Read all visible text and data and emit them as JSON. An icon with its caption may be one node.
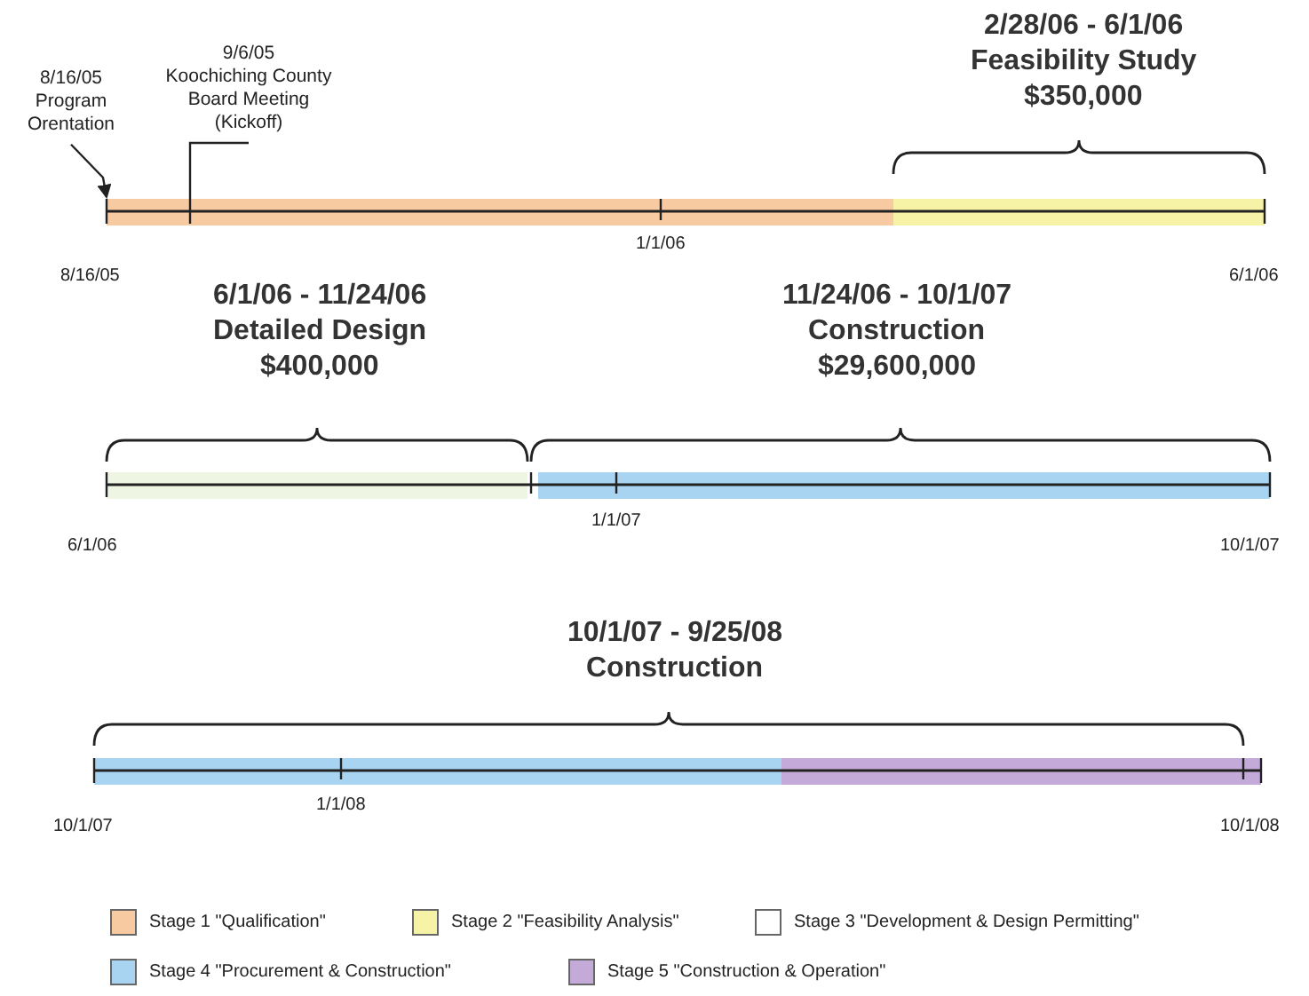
{
  "diagram": {
    "nodes": [
      {
        "text": [
          "8/16/05",
          "Program Orentation"
        ]
      },
      {
        "text": [
          "9/6/05",
          "Koochiching County Board Meeting (Kickoff)"
        ]
      }
    ],
    "edges": [
      {
        "from": 0,
        "to": null,
        "arrow": "to"
      },
      {
        "from": 1,
        "to": null,
        "arrow": "none"
      }
    ],
    "labels": [
      "2/28/06 - 6/1/06",
      "Feasibility Study",
      "$350,000",
      "1/1/06",
      "8/16/05",
      "6/1/06",
      "6/1/06 - 11/24/06",
      "Detailed Design",
      "$400,000",
      "11/24/06 - 10/1/07",
      "Construction",
      "$29,600,000",
      "1/1/07",
      "6/1/06",
      "10/1/07",
      "10/1/07 - 9/25/08",
      "Construction",
      "1/1/08",
      "10/1/07",
      "10/1/08"
    ],
    "legend": [
      {
        "text": "Stage 1 \"Qualification\"",
        "color": "#f8caa2"
      },
      {
        "text": "Stage 2 \"Feasibility Analysis\"",
        "color": "#f6f2a6"
      },
      {
        "text": "Stage 3 \"Development & Design Permitting\"",
        "color": "#ffffff"
      },
      {
        "text": "Stage 4 \"Procurement & Construction\"",
        "color": "#a8d4f2"
      },
      {
        "text": "Stage 5 \"Construction & Operation\"",
        "color": "#c4aad8"
      }
    ]
  }
}
